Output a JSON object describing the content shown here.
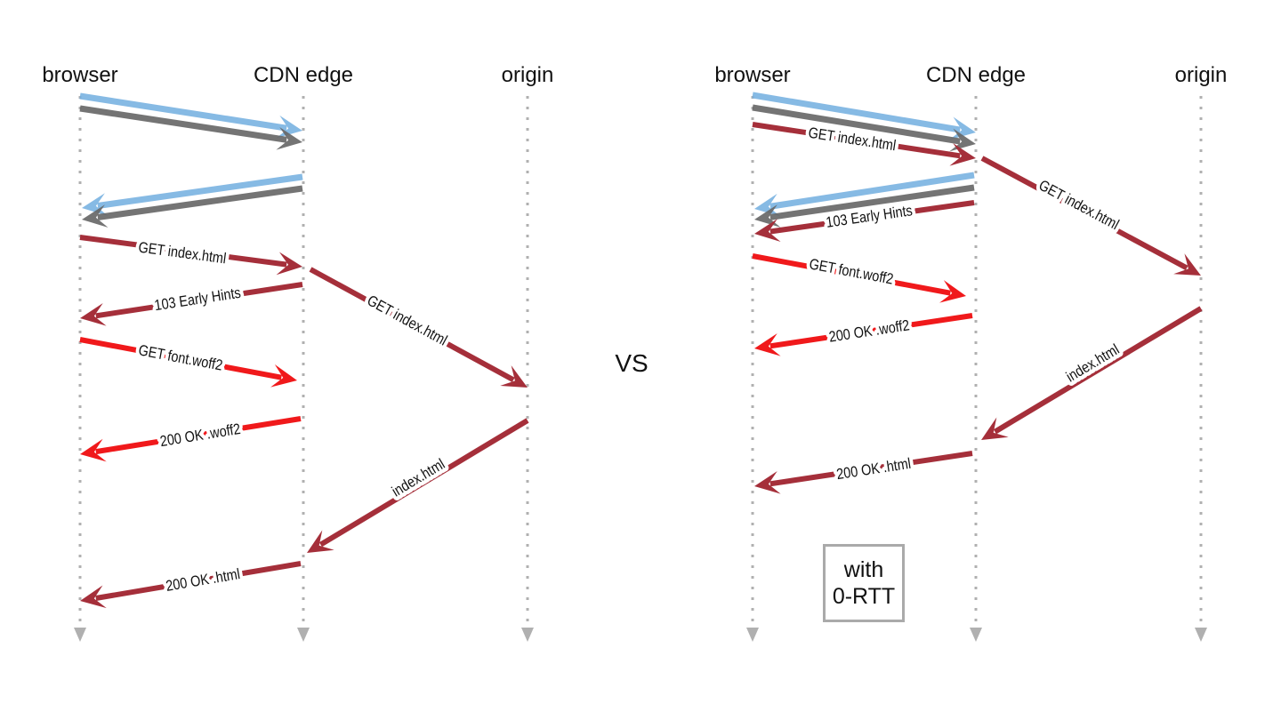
{
  "lanes": {
    "browser": "browser",
    "cdn": "CDN edge",
    "origin": "origin"
  },
  "vs_label": "VS",
  "note": {
    "line1": "with",
    "line2": "0-RTT"
  },
  "colors": {
    "handshake_blue": "#72aee0",
    "handshake_gray": "#666666",
    "html": "#a52f3a",
    "font": "#f0191b",
    "lane": "#b0b0b0"
  },
  "left": {
    "messages": [
      "GET index.html",
      "103 Early Hints",
      "GET font.woff2",
      "200 OK .woff2",
      "GET index.html",
      "index.html",
      "200 OK .html"
    ]
  },
  "right": {
    "messages": [
      "GET index.html",
      "GET index.html",
      "103 Early Hints",
      "GET font.woff2",
      "200 OK .woff2",
      "index.html",
      "200 OK .html"
    ]
  }
}
